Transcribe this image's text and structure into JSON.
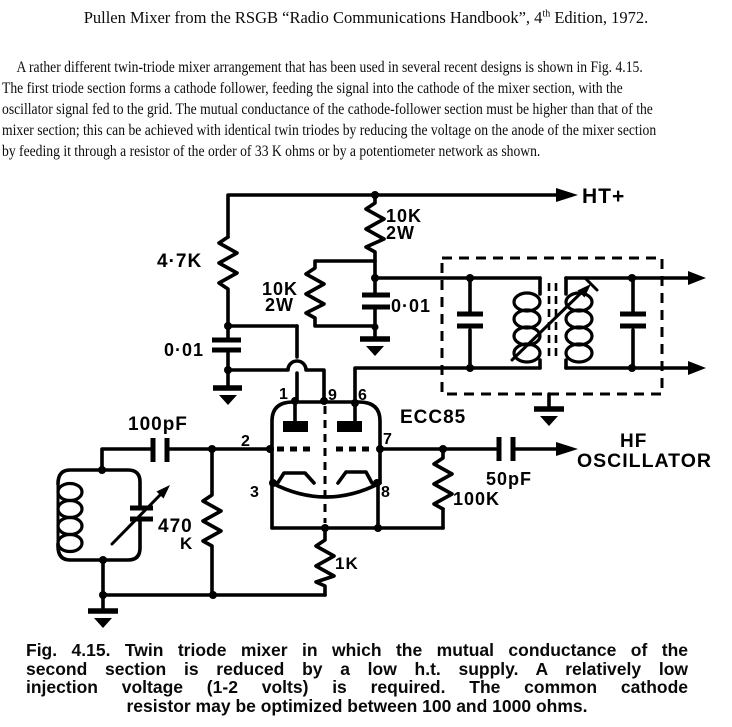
{
  "title": {
    "text_before_sup": "Pullen Mixer from the RSGB “Radio Communications Handbook”, 4",
    "sup": "th",
    "text_after_sup": " Edition, 1972."
  },
  "paragraph": {
    "lines": [
      "A rather different twin-triode mixer arrangement that has been used in several recent designs is shown in Fig. 4.15.",
      "The first triode section forms a cathode follower, feeding the signal into the cathode of the mixer section, with the",
      "oscillator signal fed to the grid. The mutual conductance of the cathode-follower section must be higher than that of the",
      "mixer section; this can be achieved with identical twin triodes by reducing the voltage on the anode of the mixer section",
      "by feeding it through a resistor of the order of 33 K ohms or by a potentiometer network as shown."
    ]
  },
  "caption": {
    "lines": [
      "Fig. 4.15. Twin triode mixer in which the mutual conductance of the",
      "second section is reduced by a low h.t. supply.  A relatively low",
      "injection voltage (1-2 volts) is required.  The common cathode",
      "resistor may be optimized between 100 and 1000 ohms."
    ]
  },
  "schematic": {
    "colors": {
      "ink": "#000000",
      "paper": "#ffffff"
    },
    "supply_label": "HT+",
    "output": {
      "line1": "HF",
      "line2": "OSCILLATOR"
    },
    "tube": {
      "type_label": "ECC85",
      "pins": {
        "p1": "1",
        "p2": "2",
        "p3": "3",
        "p6": "6",
        "p7": "7",
        "p8": "8",
        "p9": "9"
      }
    },
    "resistors": {
      "anode_feed": "4·7K",
      "dropper_top": "10K",
      "dropper_top_watt": "2W",
      "dropper_bottom": "10K",
      "dropper_bottom_watt": "2W",
      "grid_leak_value": "470",
      "grid_leak_unit": "K",
      "osc_grid": "100K",
      "cathode": "1K"
    },
    "capacitors": {
      "left_decoupling": "0·01",
      "right_decoupling": "0·01",
      "input_coupling": "100pF",
      "osc_coupling": "50pF"
    }
  }
}
